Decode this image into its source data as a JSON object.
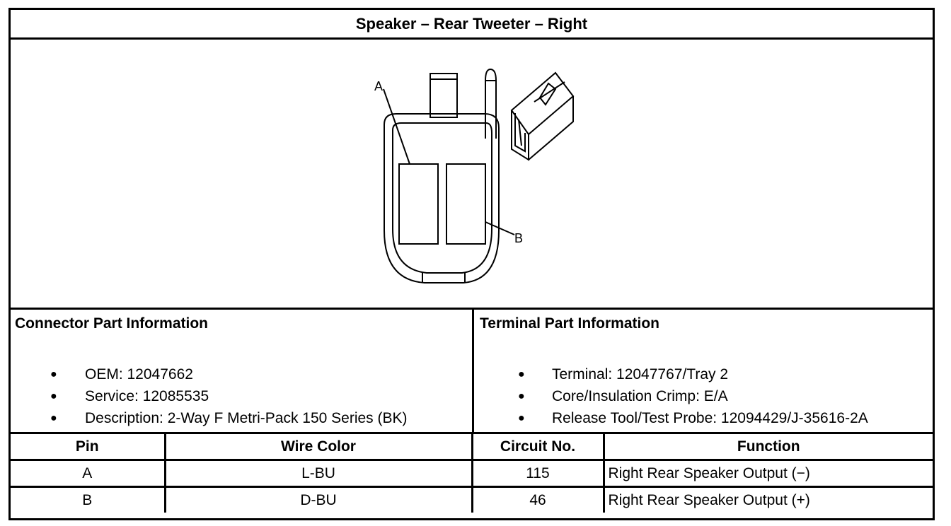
{
  "title": "Speaker – Rear Tweeter – Right",
  "figure": {
    "callout_a": "A",
    "callout_b": "B"
  },
  "connector_info": {
    "heading": "Connector Part Information",
    "items": [
      "OEM: 12047662",
      "Service: 12085535",
      "Description: 2-Way F Metri-Pack 150 Series (BK)"
    ]
  },
  "terminal_info": {
    "heading": "Terminal Part Information",
    "items": [
      "Terminal: 12047767/Tray 2",
      "Core/Insulation Crimp: E/A",
      "Release Tool/Test Probe: 12094429/J-35616-2A"
    ]
  },
  "pin_table": {
    "headers": [
      "Pin",
      "Wire Color",
      "Circuit No.",
      "Function"
    ],
    "rows": [
      [
        "A",
        "L-BU",
        "115",
        "Right Rear Speaker Output (−)"
      ],
      [
        "B",
        "D-BU",
        "46",
        "Right Rear Speaker Output (+)"
      ]
    ]
  }
}
